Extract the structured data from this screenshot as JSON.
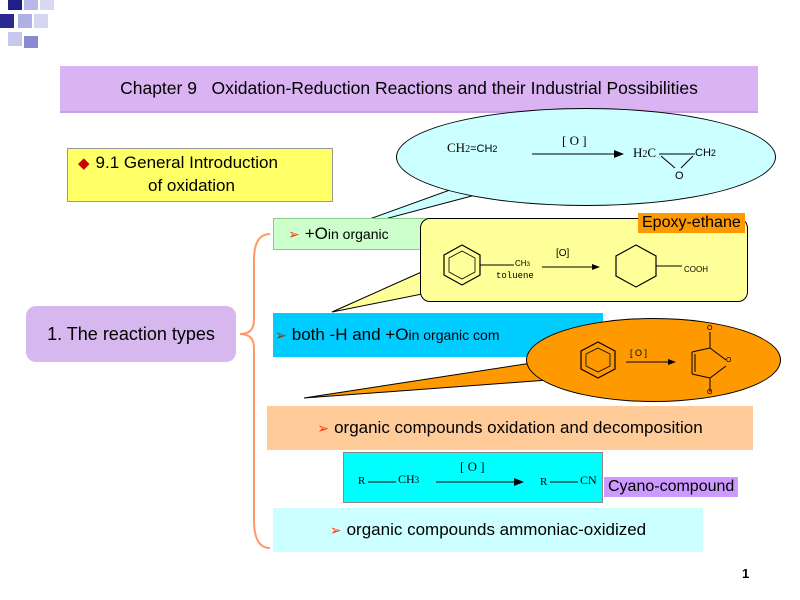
{
  "colors": {
    "title_bg": "#d9b3f2",
    "section_bg": "#ffff66",
    "types_bg": "#d6b8ee",
    "item_green_bg": "#ccffcc",
    "item_cyan_bg": "#00ccff",
    "item_orange_bg": "#ffcc99",
    "item_lightcyan_bg": "#ccffff",
    "epoxy_tag_bg": "#ff9900",
    "cyano_tag_bg": "#cc99ff",
    "bubble_cyan": "#ccffff",
    "bubble_yellow": "#ffff99",
    "bubble_orange": "#ff9900",
    "bracket": "#ff9966",
    "accent_red": "#cc0000"
  },
  "title": "Chapter 9   Oxidation-Reduction Reactions and their Industrial Possibilities",
  "section": {
    "icon": "diamond-bullet-icon",
    "line1": "9.1  General Introduction",
    "line2": "of oxidation"
  },
  "types_label": "1. The reaction types",
  "items": [
    {
      "main": "+O",
      "small": " in organic"
    },
    {
      "main": "both -H and +O",
      "small": " in organic com"
    },
    {
      "main": "organic compounds oxidation and decomposition",
      "small": ""
    },
    {
      "main": "organic compounds ammoniac-oxidized",
      "small": ""
    }
  ],
  "tags": {
    "epoxy": "Epoxy-ethane",
    "cyano": "Cyano-compound"
  },
  "reaction1": {
    "ch2_left": "CH",
    "sub2_left": "2",
    "eq": "=",
    "ch2_right": "CH",
    "sub2_right": "2",
    "oxidant": "[ O ]",
    "prod_h2c": "H",
    "prod_h2c_sub": "2",
    "prod_c": "C",
    "prod_ch2": "CH",
    "prod_ch2_sub": "2",
    "prod_o": "O"
  },
  "reaction2": {
    "ch3": "CH",
    "ch3_sub": "3",
    "reactant_name": "toluene",
    "oxidant": "[O]",
    "product": "COOH"
  },
  "reaction3": {
    "oxidant": "[ O ]",
    "o_top": "O",
    "o_mid": "O",
    "o_bot": "O"
  },
  "reaction4": {
    "r_left": "R",
    "ch3": "CH",
    "ch3_sub": "3",
    "oxidant": "[ O ]",
    "r_right": "R",
    "cn": "CN"
  },
  "page_number": "1"
}
